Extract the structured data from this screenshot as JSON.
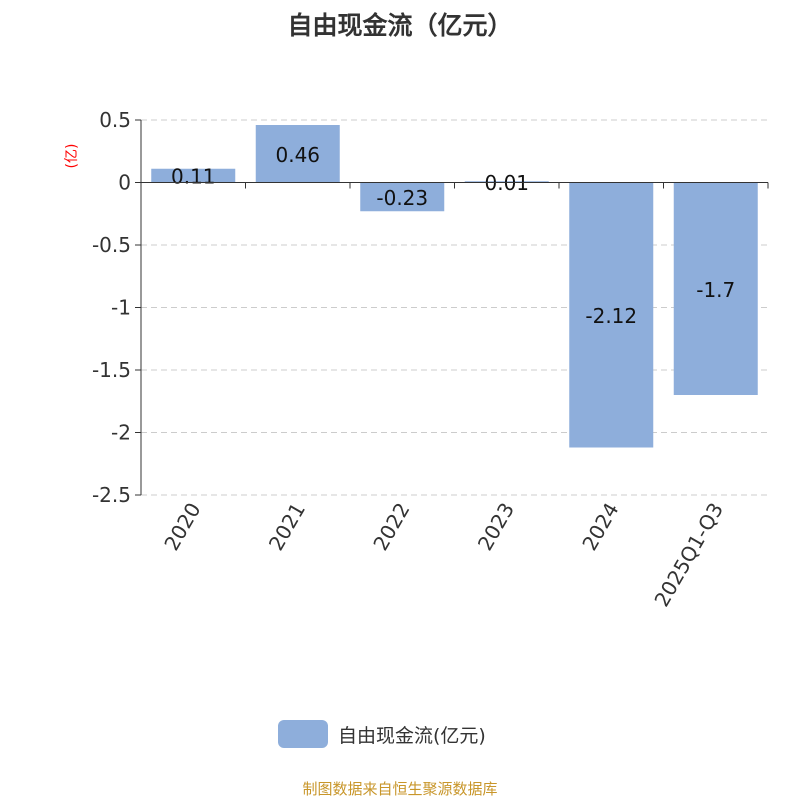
{
  "chart_data": {
    "type": "bar",
    "title": "自由现金流（亿元）",
    "ylabel": "(亿)",
    "xlabel": "",
    "categories": [
      "2020",
      "2021",
      "2022",
      "2023",
      "2024",
      "2025Q1-Q3"
    ],
    "series": [
      {
        "name": "自由现金流(亿元)",
        "values": [
          0.11,
          0.46,
          -0.23,
          0.01,
          -2.12,
          -1.7
        ],
        "labels": [
          "0.11",
          "0.46",
          "-0.23",
          "0.01",
          "-2.12",
          "-1.7"
        ]
      }
    ],
    "yticks": [
      "0.5",
      "0",
      "-0.5",
      "-1",
      "-1.5",
      "-2",
      "-2.5"
    ],
    "ylim": [
      -2.5,
      0.5
    ],
    "grid": true,
    "legend": "bottom",
    "bar_color": "#8eaedb"
  },
  "source": "制图数据来自恒生聚源数据库"
}
